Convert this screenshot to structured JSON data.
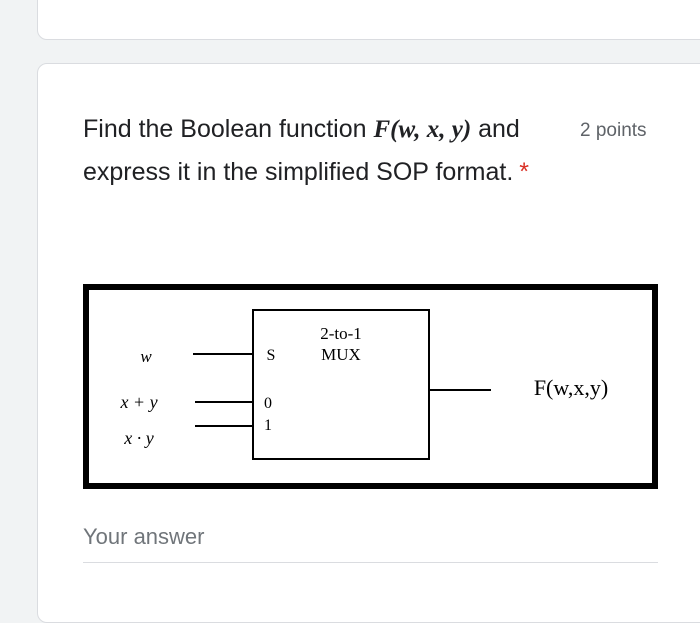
{
  "question": {
    "title_prefix": "Find the Boolean function ",
    "title_function": "F(w, x, y)",
    "title_suffix": " and express it in the simplified SOP format.",
    "required_marker": "*",
    "points": "2 points"
  },
  "diagram": {
    "mux_title_line1": "2-to-1",
    "mux_title_line2": "MUX",
    "select_pin": "S",
    "input_pin_0": "0",
    "input_pin_1": "1",
    "select_signal": "w",
    "input_0_signal": "x + y",
    "input_1_signal": "x · y",
    "output_signal": "F(w,x,y)"
  },
  "answer": {
    "placeholder": "Your answer"
  },
  "colors": {
    "required_star": "#d93025",
    "text": "#202124",
    "muted": "#5f6368",
    "card_border": "#dadce0",
    "page_background": "#f1f3f4"
  }
}
